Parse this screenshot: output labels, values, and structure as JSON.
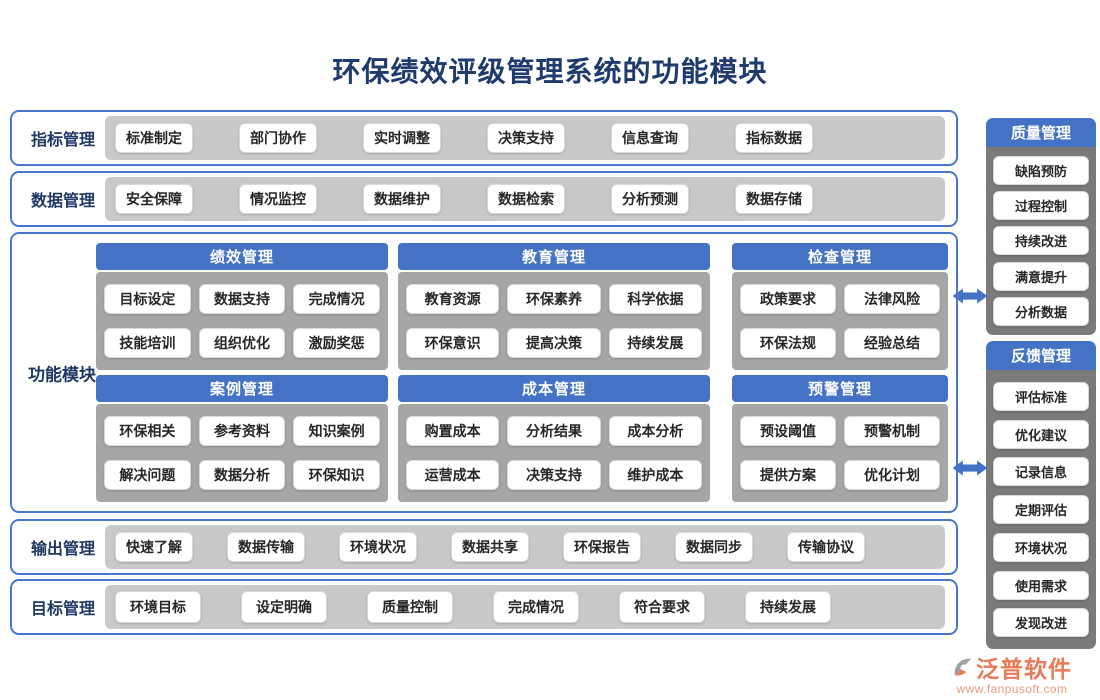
{
  "title": "环保绩效评级管理系统的功能模块",
  "top_rows": [
    {
      "label": "指标管理",
      "items": [
        "标准制定",
        "部门协作",
        "实时调整",
        "决策支持",
        "信息查询",
        "指标数据"
      ]
    },
    {
      "label": "数据管理",
      "items": [
        "安全保障",
        "情况监控",
        "数据维护",
        "数据检索",
        "分析预测",
        "数据存储"
      ]
    }
  ],
  "function_section": {
    "label": "功能模块",
    "panels": [
      {
        "title": "绩效管理",
        "items": [
          "目标设定",
          "数据支持",
          "完成情况",
          "技能培训",
          "组织优化",
          "激励奖惩"
        ]
      },
      {
        "title": "教育管理",
        "items": [
          "教育资源",
          "环保素养",
          "科学依据",
          "环保意识",
          "提高决策",
          "持续发展"
        ]
      },
      {
        "title": "检查管理",
        "items": [
          "政策要求",
          "法律风险",
          "环保法规",
          "经验总结"
        ]
      },
      {
        "title": "案例管理",
        "items": [
          "环保相关",
          "参考资料",
          "知识案例",
          "解决问题",
          "数据分析",
          "环保知识"
        ]
      },
      {
        "title": "成本管理",
        "items": [
          "购置成本",
          "分析结果",
          "成本分析",
          "运营成本",
          "决策支持",
          "维护成本"
        ]
      },
      {
        "title": "预警管理",
        "items": [
          "预设阈值",
          "预警机制",
          "提供方案",
          "优化计划"
        ]
      }
    ]
  },
  "bottom_rows": [
    {
      "label": "输出管理",
      "items": [
        "快速了解",
        "数据传输",
        "环境状况",
        "数据共享",
        "环保报告",
        "数据同步",
        "传输协议"
      ]
    },
    {
      "label": "目标管理",
      "items": [
        "环境目标",
        "设定明确",
        "质量控制",
        "完成情况",
        "符合要求",
        "持续发展"
      ]
    }
  ],
  "sidebar": {
    "panels": [
      {
        "title": "质量管理",
        "items": [
          "缺陷预防",
          "过程控制",
          "持续改进",
          "满意提升",
          "分析数据"
        ]
      },
      {
        "title": "反馈管理",
        "items": [
          "评估标准",
          "优化建议",
          "记录信息",
          "定期评估",
          "环境状况",
          "使用需求",
          "发现改进"
        ]
      }
    ]
  },
  "footer": {
    "brand": "泛普软件",
    "url": "www.fanpusoft.com"
  },
  "colors": {
    "accent_blue": "#4472c4",
    "border_blue": "#4a77cc",
    "title_navy": "#1f3a6e",
    "row_band_gray": "#c9c9c9",
    "panel_body_gray": "#a6a6a6",
    "sidebar_gray": "#7a7a7a",
    "brand_orange": "#e87a58"
  }
}
